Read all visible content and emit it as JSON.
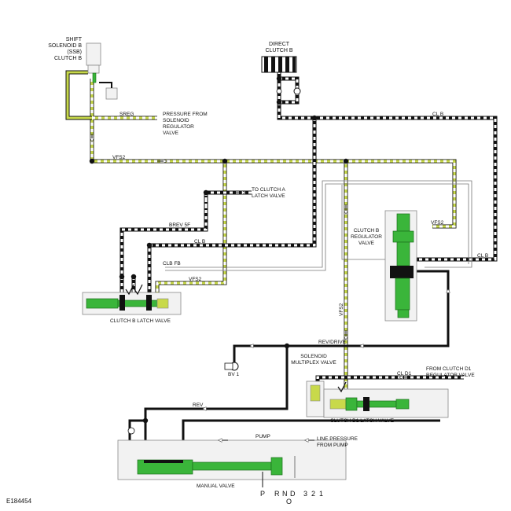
{
  "figure_id": "E184454",
  "components": {
    "ssb": "SHIFT\nSOLENOID B\n(SSB)\nCLUTCH B",
    "direct_clutch": "DIRECT\nCLUTCH B",
    "clutch_b_reg": "CLUTCH B\nREGULATOR\nVALVE",
    "clutch_b_latch": "CLUTCH B LATCH VALVE",
    "sol_multiplex": "SOLENOID\nMULTIPLEX VALVE",
    "clutch_d1_latch": "CLUTCH D1 LATCH VALVE",
    "manual_valve": "MANUAL VALVE",
    "bv1": "BV 1"
  },
  "notes": {
    "sreg_from": "PRESSURE FROM\nSOLENOID\nREGULATOR\nVALVE",
    "to_clutch_a": "TO CLUTCH A\nLATCH VALVE",
    "from_clutch_d1": "FROM CLUTCH D1\nREGULATOR VALVE",
    "line_pressure": "LINE PRESSURE\nFROM PUMP"
  },
  "circuits": {
    "sreg": "SREG",
    "vfs2_top": "VFS2",
    "vfs2_reg": "VFS2",
    "vfs2_latch": "VFS2",
    "vfs2_vert": "VFS2",
    "clb_top": "CL B",
    "clb_mid": "CL B",
    "clb_right": "CL B",
    "brev5f": "BREV 5F",
    "clbfb": "CLB FB",
    "revdrive": "REV/DRIVE",
    "cld1": "CL D1",
    "rev": "REV",
    "pump": "PUMP"
  },
  "selector": [
    "P",
    "R",
    "N",
    "D",
    "O",
    "3",
    "2",
    "1"
  ],
  "colors": {
    "fluid": "#3ab53a",
    "solenoid_feed": "#c8d94a",
    "line": "#111111"
  }
}
